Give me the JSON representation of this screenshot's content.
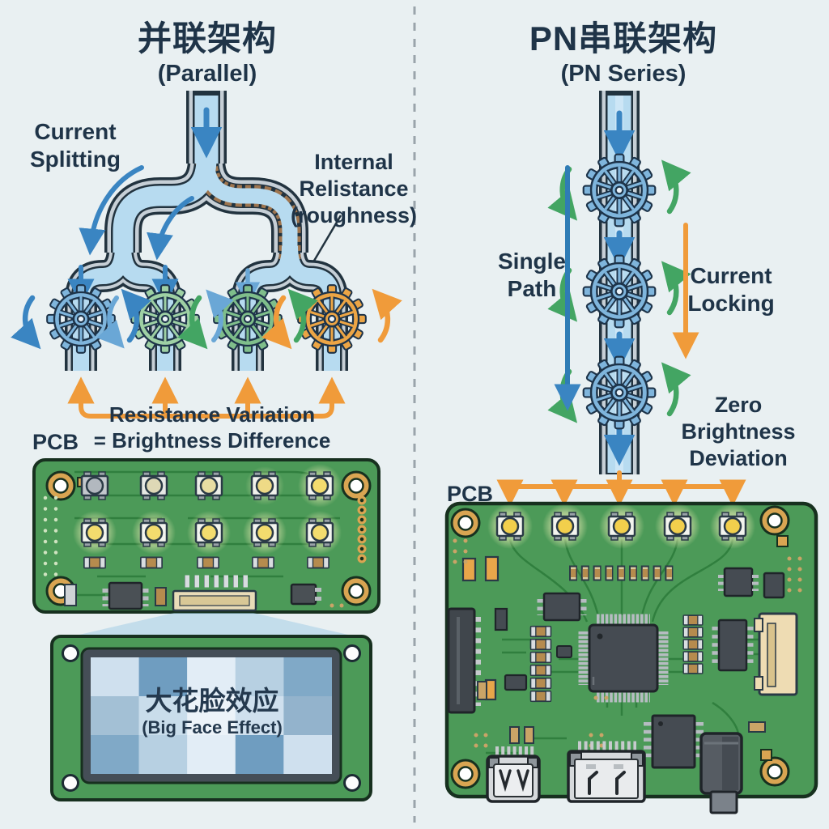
{
  "left_panel": {
    "title": "并联架构",
    "subtitle": "(Parallel)",
    "label_current_splitting": "Current\nSplitting",
    "label_internal_resistance": "Internal\nRelistance\n(roughness)",
    "label_resistance_variation": "Resistance Variation\n= Brightness Difference",
    "label_pcb": "PCB",
    "screen_title": "大花脸效应",
    "screen_subtitle": "(Big Face Effect)"
  },
  "right_panel": {
    "title": "PN串联架构",
    "subtitle": "(PN Series)",
    "label_single_path": "Single\nPath",
    "label_current_locking": "Current\nLocking",
    "label_zero_brightness": "Zero\nBrightness\nDeviation",
    "label_pcb": "PCB"
  },
  "colors": {
    "background": "#e9f0f2",
    "text_navy": "#1f3448",
    "water_blue": "#b7dbf0",
    "arrow_blue": "#3a85c2",
    "arrow_green": "#43a563",
    "arrow_orange": "#f09b3a",
    "pcb_green": "#4c9a58",
    "gold_pad": "#d9a552",
    "led_yellow": "#f3dc6e",
    "roughness_brown": "#a57950"
  }
}
